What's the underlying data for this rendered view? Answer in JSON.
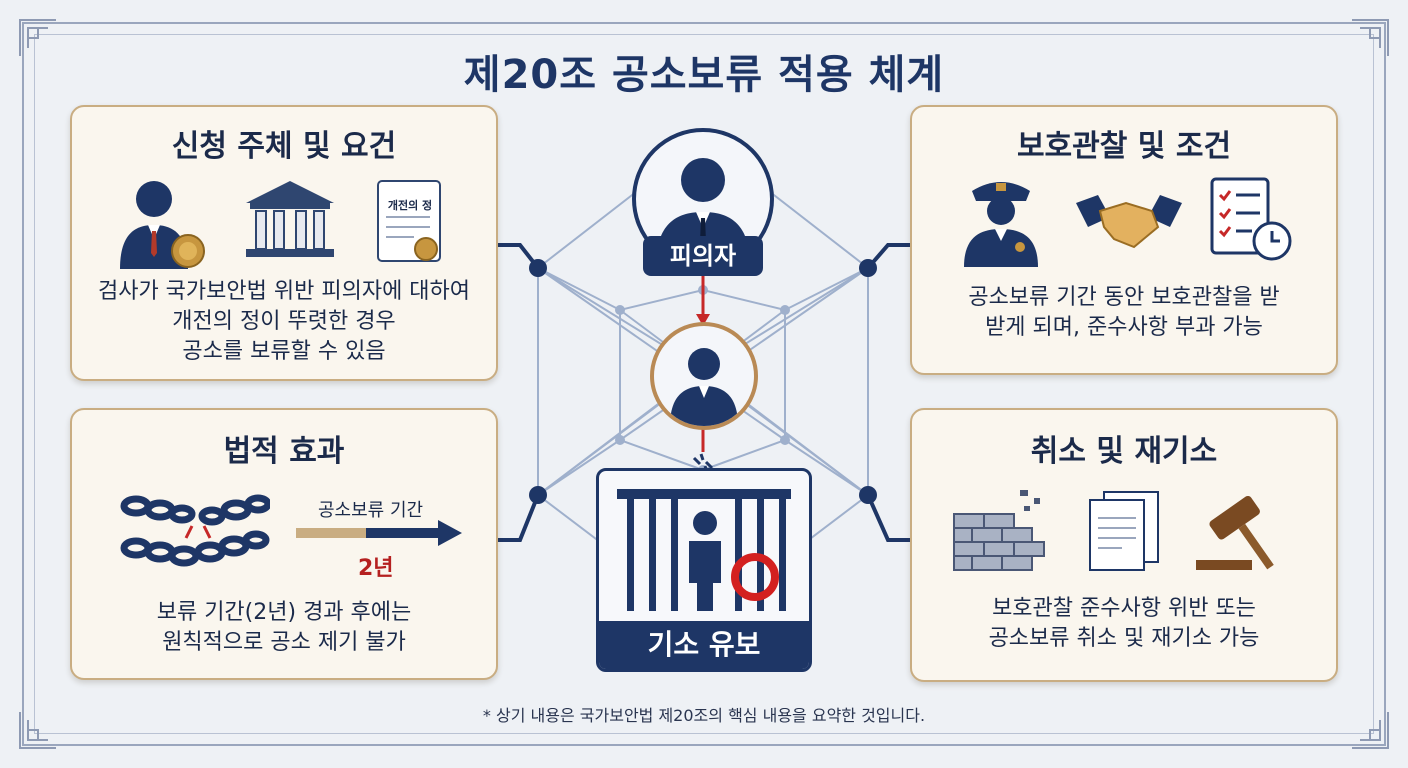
{
  "title": "제20조 공소보류 적용 체계",
  "panels": {
    "applicant": {
      "title": "신청 주체 및 요건",
      "doc_label": "개전의 정",
      "body": [
        "검사가 국가보안법 위반 피의자에 대하여",
        "개전의 정이 뚜렷한 경우",
        "공소를 보류할 수 있음"
      ]
    },
    "probation": {
      "title": "보호관찰 및 조건",
      "body": [
        "공소보류 기간 동안 보호관찰을 받",
        "받게 되며, 준수사항 부과 가능"
      ]
    },
    "effect": {
      "title": "법적 효과",
      "period_label": "공소보류 기간",
      "period_years": "2년",
      "body": [
        "보류 기간(2년) 경과 후에는",
        "원칙적으로 공소 제기 불가"
      ]
    },
    "revoke": {
      "title": "취소 및 재기소",
      "body": [
        "보호관찰 준수사항 위반 또는",
        "공소보류 취소 및 재기소 가능"
      ]
    }
  },
  "center": {
    "suspect_label": "피의자",
    "hold_label": "기소 유보"
  },
  "footnote": "* 상기 내용은 국가보안법 제20조의 핵심 내용을 요약한 것입니다.",
  "colors": {
    "navy": "#1e3666",
    "gold": "#c9ad82",
    "red": "#c62828",
    "panel_bg": "#faf6ee"
  },
  "icons": [
    "prosecutor-icon",
    "court-building-icon",
    "certificate-icon",
    "police-officer-icon",
    "handshake-icon",
    "checklist-clock-icon",
    "broken-chain-icon",
    "period-arrow-icon",
    "broken-wall-icon",
    "documents-icon",
    "gavel-icon",
    "prison-bars-icon"
  ]
}
